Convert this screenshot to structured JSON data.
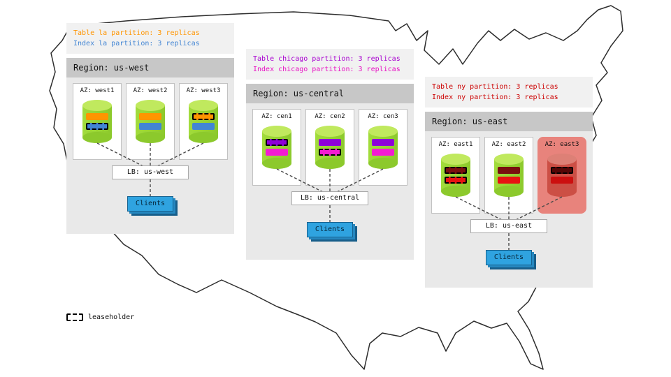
{
  "legend": {
    "label": "leaseholder"
  },
  "regions": [
    {
      "title": "Region: us-west",
      "annotation": [
        {
          "text": "Table la partition: 3 replicas",
          "color": "#ff9500"
        },
        {
          "text": "Index la partition: 3 replicas",
          "color": "#4285d4"
        }
      ],
      "lb_label": "LB: us-west",
      "clients_label": "Clients",
      "azs": [
        {
          "label": "AZ: west1",
          "failed": false,
          "bars": [
            {
              "color": "#ff9500",
              "leaseholder": false
            },
            {
              "color": "#4285d4",
              "leaseholder": true
            }
          ]
        },
        {
          "label": "AZ: west2",
          "failed": false,
          "bars": [
            {
              "color": "#ff9500",
              "leaseholder": false
            },
            {
              "color": "#4285d4",
              "leaseholder": false
            }
          ]
        },
        {
          "label": "AZ: west3",
          "failed": false,
          "bars": [
            {
              "color": "#ff9500",
              "leaseholder": true
            },
            {
              "color": "#4285d4",
              "leaseholder": false
            }
          ]
        }
      ]
    },
    {
      "title": "Region: us-central",
      "annotation": [
        {
          "text": "Table chicago partition: 3 replicas",
          "color": "#a800d0"
        },
        {
          "text": "Index chicago partition: 3 replicas",
          "color": "#e812c4"
        }
      ],
      "lb_label": "LB: us-central",
      "clients_label": "Clients",
      "azs": [
        {
          "label": "AZ: cen1",
          "failed": false,
          "bars": [
            {
              "color": "#8e00d8",
              "leaseholder": true
            },
            {
              "color": "#f31bd2",
              "leaseholder": false
            }
          ]
        },
        {
          "label": "AZ: cen2",
          "failed": false,
          "bars": [
            {
              "color": "#8e00d8",
              "leaseholder": false
            },
            {
              "color": "#f31bd2",
              "leaseholder": true
            }
          ]
        },
        {
          "label": "AZ: cen3",
          "failed": false,
          "bars": [
            {
              "color": "#8e00d8",
              "leaseholder": false
            },
            {
              "color": "#f31bd2",
              "leaseholder": false
            }
          ]
        }
      ]
    },
    {
      "title": "Region: us-east",
      "annotation": [
        {
          "text": "Table ny partition: 3 replicas",
          "color": "#cc0000"
        },
        {
          "text": "Index ny partition: 3 replicas",
          "color": "#cc0000"
        }
      ],
      "lb_label": "LB: us-east",
      "clients_label": "Clients",
      "azs": [
        {
          "label": "AZ: east1",
          "failed": false,
          "bars": [
            {
              "color": "#7a0f0f",
              "leaseholder": true
            },
            {
              "color": "#e81212",
              "leaseholder": true
            }
          ]
        },
        {
          "label": "AZ: east2",
          "failed": false,
          "bars": [
            {
              "color": "#7a0f0f",
              "leaseholder": false
            },
            {
              "color": "#e81212",
              "leaseholder": false
            }
          ]
        },
        {
          "label": "AZ: east3",
          "failed": true,
          "bars": [
            {
              "color": "#550606",
              "leaseholder": true
            },
            {
              "color": "#cc0f0f",
              "leaseholder": false
            }
          ]
        }
      ]
    }
  ]
}
